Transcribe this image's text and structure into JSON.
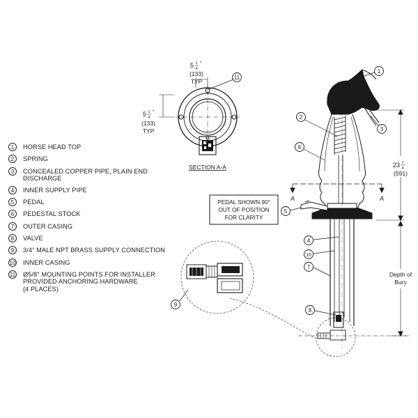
{
  "section": {
    "title": "SECTION A-A",
    "dim_top_value": "5",
    "dim_top_frac_num": "1",
    "dim_top_frac_den": "4",
    "dim_top_inch": "\"",
    "dim_top_mm": "(133)",
    "dim_top_typ": "TYP",
    "dim_left_value": "5",
    "dim_left_frac_num": "1",
    "dim_left_frac_den": "4",
    "dim_left_inch": "\"",
    "dim_left_mm": "(133)",
    "dim_left_typ": "TYP",
    "callout": "11"
  },
  "elevation": {
    "height_value": "23",
    "height_frac_num": "1",
    "height_frac_den": "4",
    "height_mm": "(591)",
    "depth_label_1": "Depth of",
    "depth_label_2": "Bury",
    "section_marker": "A",
    "pedal_note": [
      "PEDAL SHOWN 90°",
      "OUT OF POSITION",
      "FOR CLARITY"
    ],
    "callouts": [
      "1",
      "2",
      "3",
      "4",
      "5",
      "6",
      "7",
      "8",
      "9",
      "10"
    ]
  },
  "legend": [
    {
      "num": "1",
      "text": "HORSE HEAD TOP"
    },
    {
      "num": "2",
      "text": "SPRING"
    },
    {
      "num": "3",
      "text": "CONCEALED COPPER PIPE, PLAIN END\nDISCHARGE"
    },
    {
      "num": "4",
      "text": "INNER SUPPLY PIPE"
    },
    {
      "num": "5",
      "text": "PEDAL"
    },
    {
      "num": "6",
      "text": "PEDESTAL STOCK"
    },
    {
      "num": "7",
      "text": "OUTER CASING"
    },
    {
      "num": "8",
      "text": "VALVE"
    },
    {
      "num": "9",
      "text": "3/4\" MALE NPT BRASS SUPPLY CONNECTION"
    },
    {
      "num": "10",
      "text": "INNER CASING"
    },
    {
      "num": "11",
      "text": "Ø5/8\" MOUNTING POINTS FOR INSTALLER\nPROVIDED ANCHORING HARDWARE\n(4 PLACES)"
    }
  ]
}
